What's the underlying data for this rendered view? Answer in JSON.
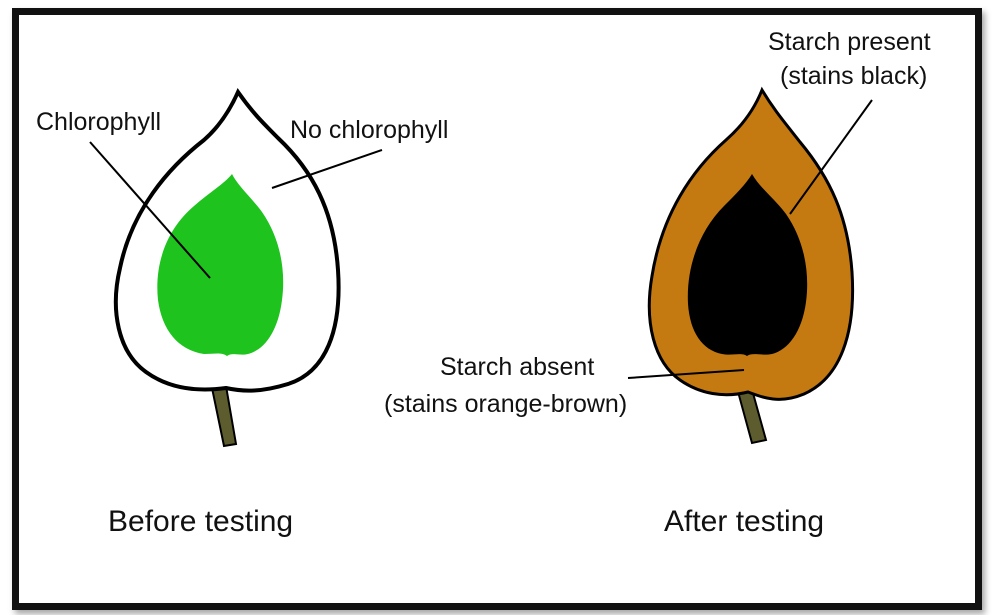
{
  "labels": {
    "chlorophyll": "Chlorophyll",
    "no_chlorophyll": "No chlorophyll",
    "starch_present_line1": "Starch present",
    "starch_present_line2": "(stains black)",
    "starch_absent_line1": "Starch absent",
    "starch_absent_line2": "(stains orange-brown)",
    "before": "Before testing",
    "after": "After testing"
  },
  "colors": {
    "chlorophyll_green": "#1ec31e",
    "stain_orange_brown": "#c57a11",
    "starch_black": "#000000",
    "stalk": "#5c5c2e",
    "outline": "#000000"
  }
}
